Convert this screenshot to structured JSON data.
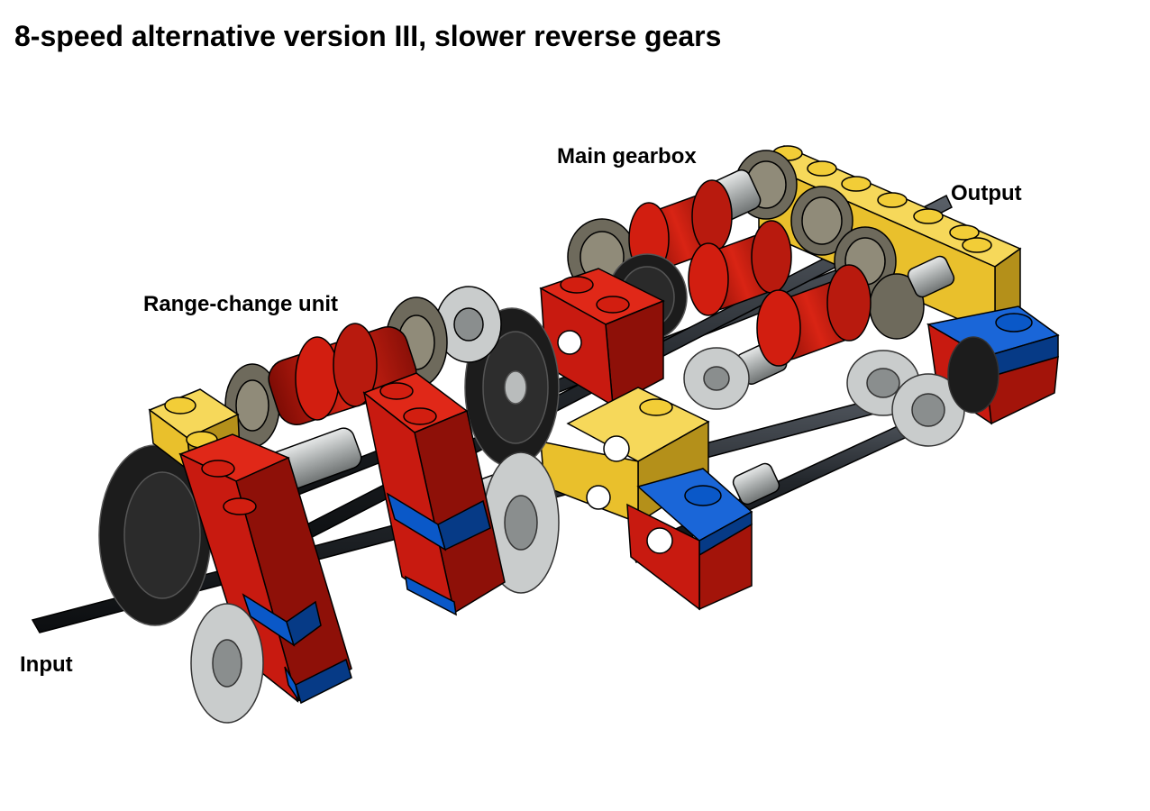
{
  "title": "8-speed alternative version III, slower reverse gears",
  "labels": {
    "main_gearbox": "Main gearbox",
    "output": "Output",
    "range_change_unit": "Range-change unit",
    "input": "Input"
  },
  "colors": {
    "red": "#c81a10",
    "red_dark": "#8e1008",
    "yellow": "#f2cd37",
    "yellow_dark": "#b4901a",
    "blue": "#0a58c8",
    "blue_dark": "#063a86",
    "black": "#1c1c1c",
    "gray_light": "#b9bcbc",
    "gray_dark": "#6e6a5c",
    "axle": "#2b2f36"
  }
}
